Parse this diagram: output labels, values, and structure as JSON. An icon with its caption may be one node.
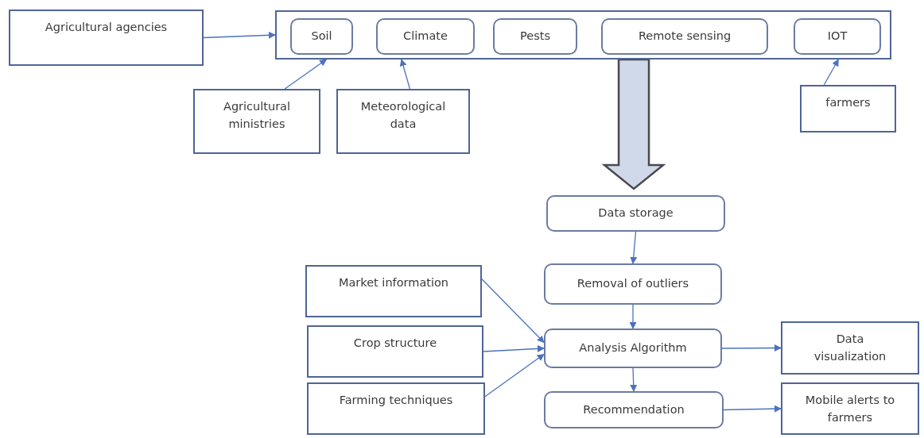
{
  "diagram": {
    "nodes": [
      {
        "text": [],
        "shape": "box"
      },
      {
        "text": [
          "Soil"
        ],
        "in": 0
      },
      {
        "text": [
          "Climate"
        ],
        "in": 0
      },
      {
        "text": [
          "Pests"
        ],
        "in": 0
      },
      {
        "text": [
          "Remote sensing"
        ],
        "in": 0
      },
      {
        "text": [
          "IOT"
        ],
        "in": 0
      },
      {
        "text": [
          "Agricultural agencies"
        ]
      },
      {
        "text": [
          "Agricultural ministries"
        ]
      },
      {
        "text": [
          "Meteorological data"
        ]
      },
      {
        "text": [
          "farmers"
        ]
      },
      {
        "text": [
          "Data storage"
        ]
      },
      {
        "text": [
          "Removal of outliers"
        ]
      },
      {
        "text": [
          "Market information"
        ]
      },
      {
        "text": [
          "Crop structure"
        ]
      },
      {
        "text": [
          "Farming techniques"
        ]
      },
      {
        "text": [
          "Analysis Algorithm"
        ]
      },
      {
        "text": [
          "Data visualization"
        ]
      },
      {
        "text": [
          "Recommendation"
        ]
      },
      {
        "text": [
          "Mobile alerts to farmers"
        ]
      }
    ],
    "edges": [
      {
        "from": 6,
        "to": 0,
        "arrow": "to"
      },
      {
        "from": 7,
        "to": 0,
        "arrow": "to"
      },
      {
        "from": 8,
        "to": 0,
        "arrow": "to"
      },
      {
        "from": 9,
        "to": 0,
        "arrow": "to"
      },
      {
        "from": 0,
        "to": 10,
        "arrow": "to",
        "style": "thick",
        "color": "#d0d9ea"
      },
      {
        "from": 10,
        "to": 11,
        "arrow": "to"
      },
      {
        "from": 11,
        "to": 15,
        "arrow": "to"
      },
      {
        "from": 12,
        "to": 15,
        "arrow": "to"
      },
      {
        "from": 13,
        "to": 15,
        "arrow": "to"
      },
      {
        "from": 14,
        "to": 15,
        "arrow": "to"
      },
      {
        "from": 15,
        "to": 16,
        "arrow": "to"
      },
      {
        "from": 15,
        "to": 17,
        "arrow": "to"
      },
      {
        "from": 17,
        "to": 18,
        "arrow": "to"
      }
    ]
  }
}
